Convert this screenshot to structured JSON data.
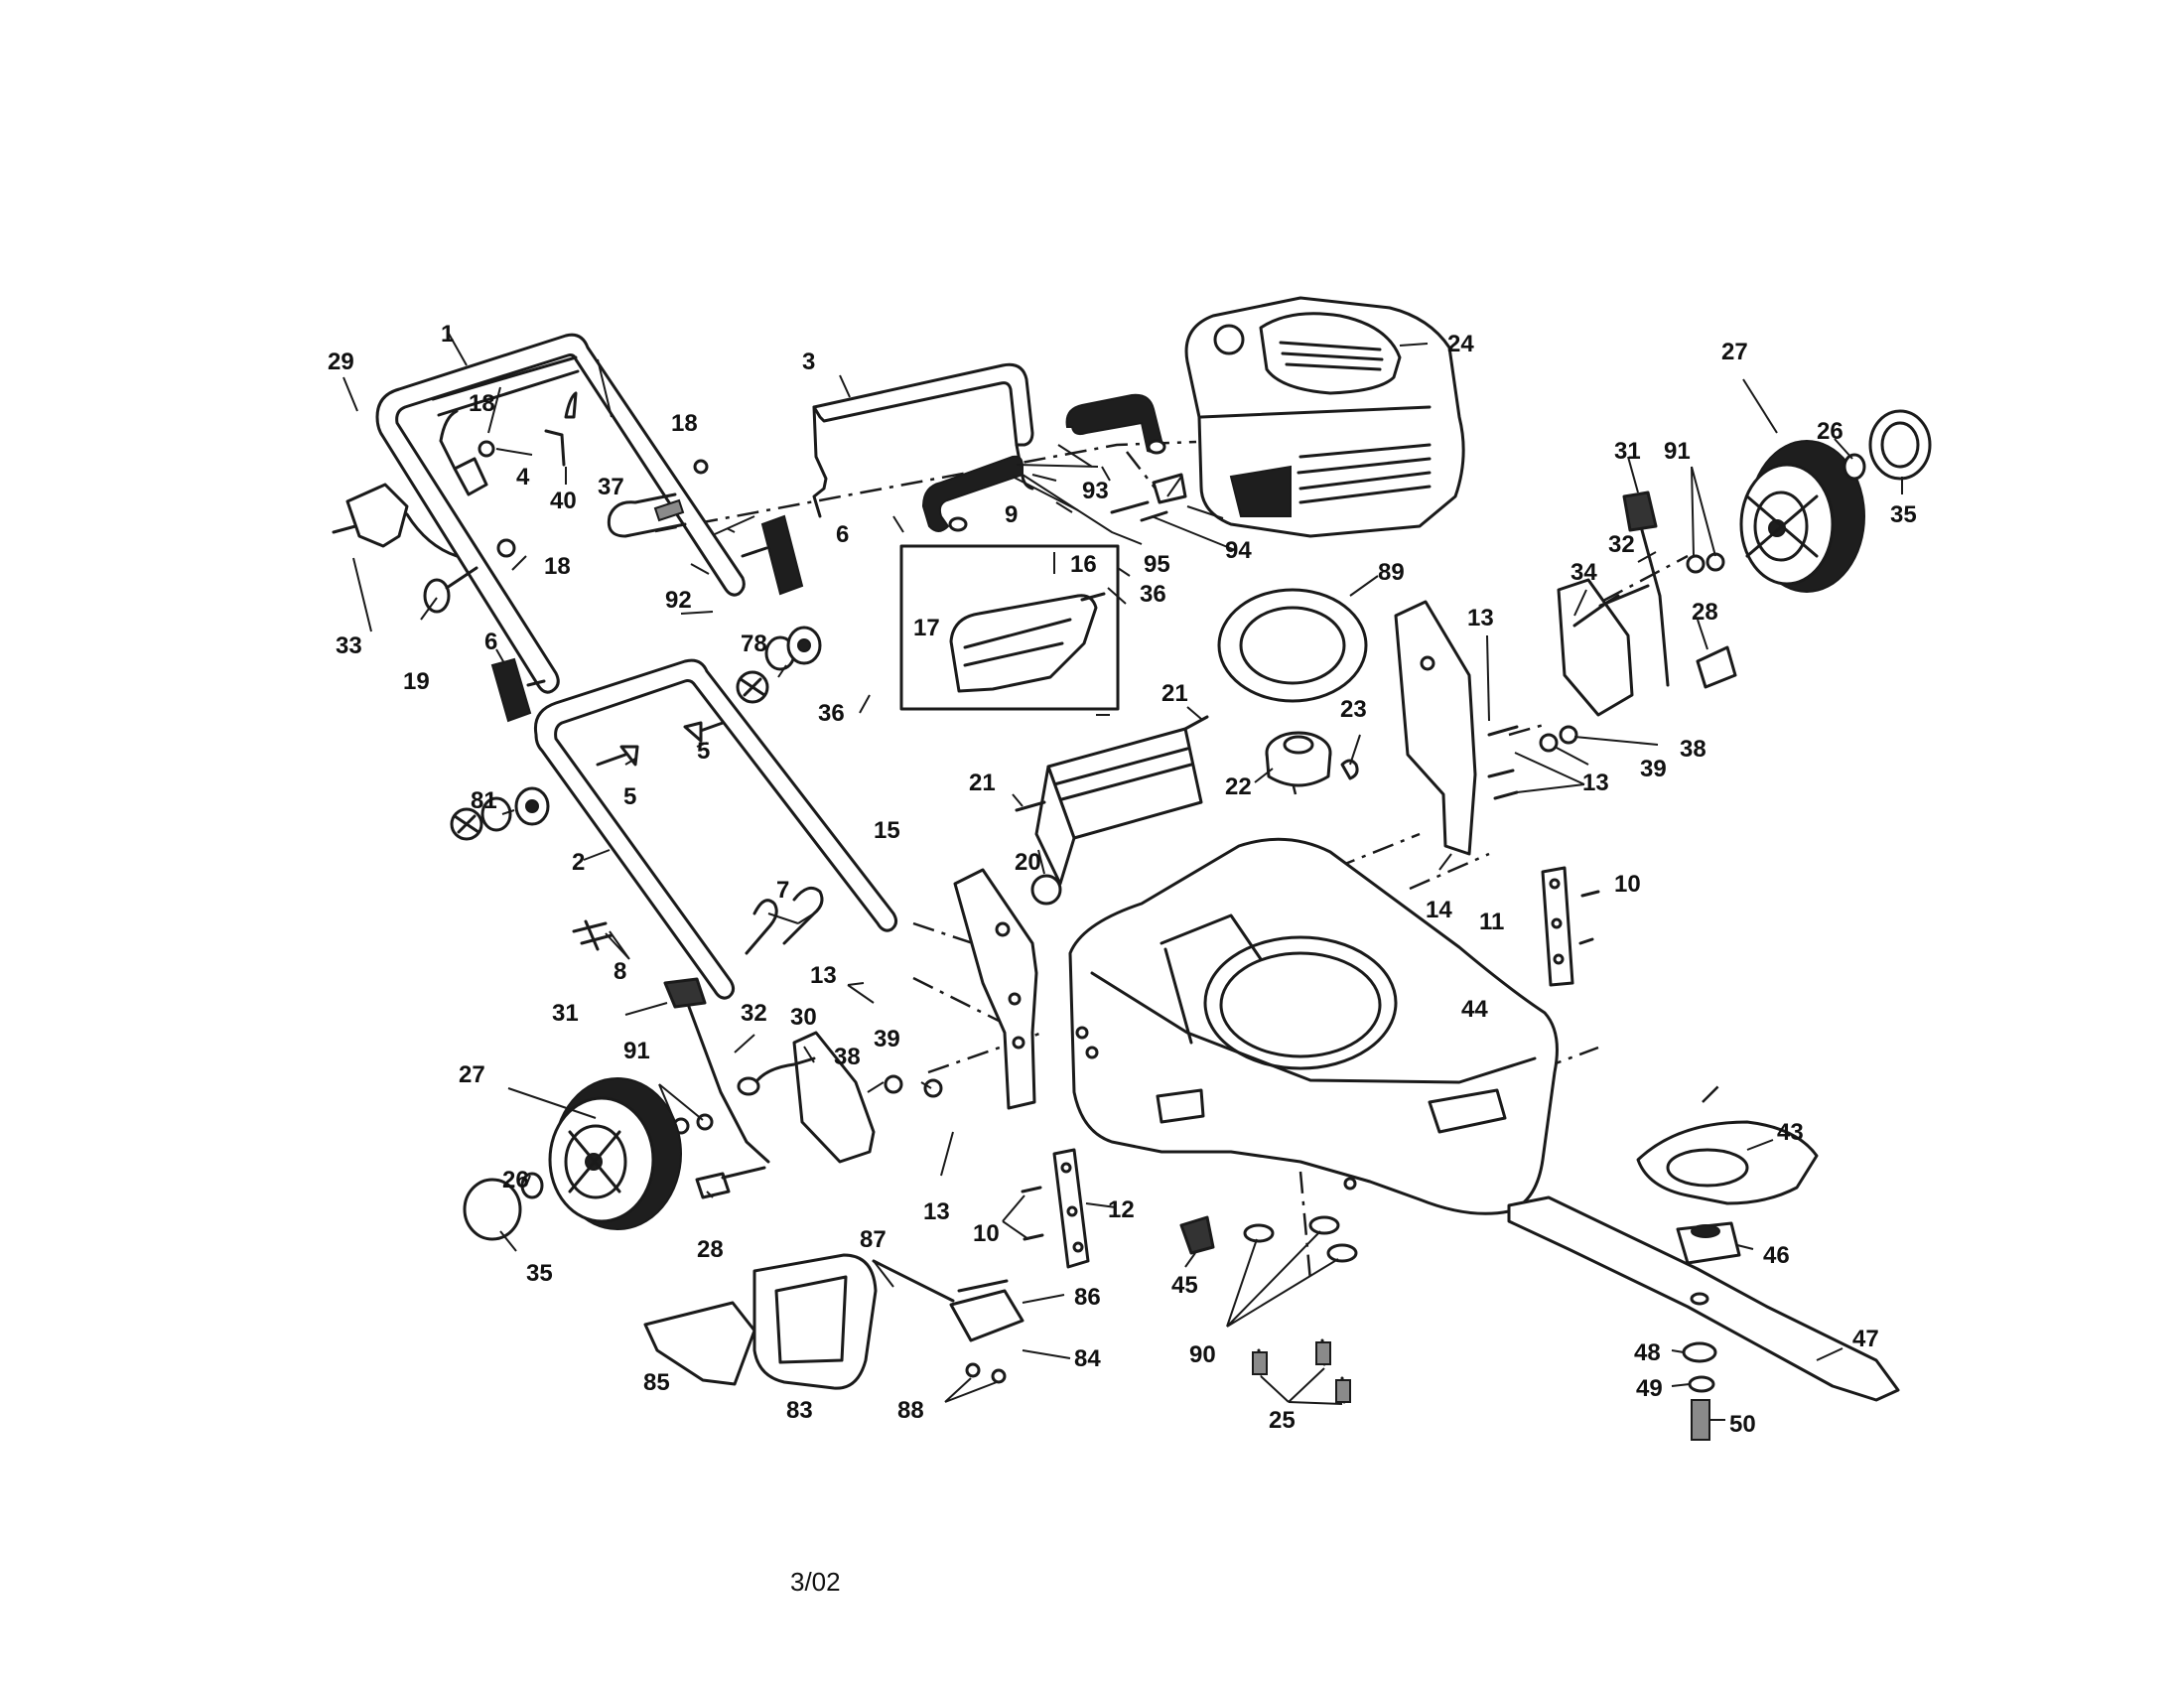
{
  "footer": {
    "date_code": "3/02"
  },
  "labels": {
    "p1": "1",
    "p2": "2",
    "p3": "3",
    "p4": "4",
    "p5a": "5",
    "p5b": "5",
    "p6a": "6",
    "p6b": "6",
    "p7": "7",
    "p8": "8",
    "p9": "9",
    "p10a": "10",
    "p10b": "10",
    "p11": "11",
    "p12": "12",
    "p13a": "13",
    "p13b": "13",
    "p13c": "13",
    "p13d": "13",
    "p14": "14",
    "p15": "15",
    "p16": "16",
    "p17": "17",
    "p18a": "18",
    "p18b": "18",
    "p18c": "18",
    "p19": "19",
    "p20": "20",
    "p21a": "21",
    "p21b": "21",
    "p22": "22",
    "p23": "23",
    "p24": "24",
    "p25": "25",
    "p26a": "26",
    "p26b": "26",
    "p27a": "27",
    "p27b": "27",
    "p28a": "28",
    "p28b": "28",
    "p29": "29",
    "p30": "30",
    "p31a": "31",
    "p31b": "31",
    "p32a": "32",
    "p32b": "32",
    "p33": "33",
    "p34": "34",
    "p35a": "35",
    "p35b": "35",
    "p36a": "36",
    "p36b": "36",
    "p37": "37",
    "p38a": "38",
    "p38b": "38",
    "p39a": "39",
    "p39b": "39",
    "p40": "40",
    "p43": "43",
    "p44": "44",
    "p45": "45",
    "p46": "46",
    "p47": "47",
    "p48": "48",
    "p49": "49",
    "p50": "50",
    "p78": "78",
    "p81": "81",
    "p83": "83",
    "p84": "84",
    "p85": "85",
    "p86": "86",
    "p87": "87",
    "p88": "88",
    "p89": "89",
    "p90": "90",
    "p91a": "91",
    "p91b": "91",
    "p92": "92",
    "p93": "93",
    "p94": "94",
    "p95": "95"
  }
}
